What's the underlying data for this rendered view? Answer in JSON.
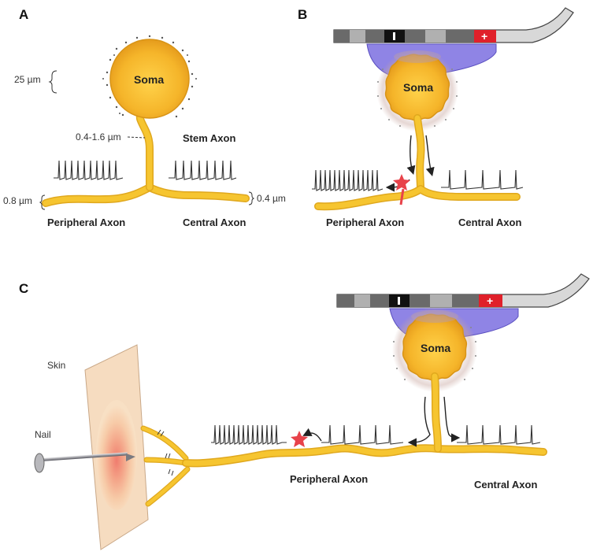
{
  "panels": {
    "a": {
      "letter": "A",
      "soma": "Soma",
      "stem": "Stem Axon",
      "peripheral": "Peripheral Axon",
      "central": "Central Axon",
      "size_soma": "25 µm",
      "size_stem": "0.4-1.6 µm",
      "size_peripheral": "0.8 µm",
      "size_central": "0.4 µm"
    },
    "b": {
      "letter": "B",
      "soma": "Soma",
      "peripheral": "Peripheral Axon",
      "central": "Central Axon"
    },
    "c": {
      "letter": "C",
      "soma": "Soma",
      "skin": "Skin",
      "nail": "Nail",
      "peripheral": "Peripheral Axon",
      "central": "Central Axon"
    }
  },
  "electrode": {
    "minus": "−",
    "plus": "+"
  },
  "colors": {
    "axon": "#f6c530",
    "soma": "#f5b52a",
    "electrode_fill": "#7b6fe0",
    "plus_block": "#e0202a",
    "star": "#e8424a",
    "skin": "#f6dcc0"
  },
  "icons": [
    "star-icon",
    "arrow-icon",
    "nail-icon"
  ]
}
